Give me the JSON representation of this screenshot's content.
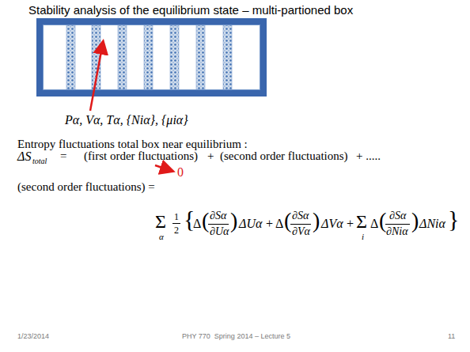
{
  "diagram": {
    "title": "Stability analysis of the equilibrium state – multi-partioned box",
    "labels": [
      "Pα, Vα, Tα, {Niα}, {μiα}",
      "Entropy fluctuations total box near equilibrium :",
      "ΔS",
      "total",
      "=",
      "(first order fluctuations)",
      "+",
      "(second order fluctuations)",
      "+ .....",
      "0",
      "(second order fluctuations) =",
      "Σ",
      "α",
      "1",
      "2",
      "{",
      "Δ",
      "(",
      "∂Sα",
      "∂Uα",
      ")",
      "ΔUα",
      "+",
      "Δ",
      "(",
      "∂Sα",
      "∂Vα",
      ")",
      "ΔVα",
      "+",
      "Σ",
      "i",
      "Δ",
      "(",
      "∂Sα",
      "∂Niα",
      ")",
      "ΔNiα",
      "}",
      "1/23/2014",
      "PHY 770  Spring 2014 – Lecture 5",
      "11"
    ]
  }
}
